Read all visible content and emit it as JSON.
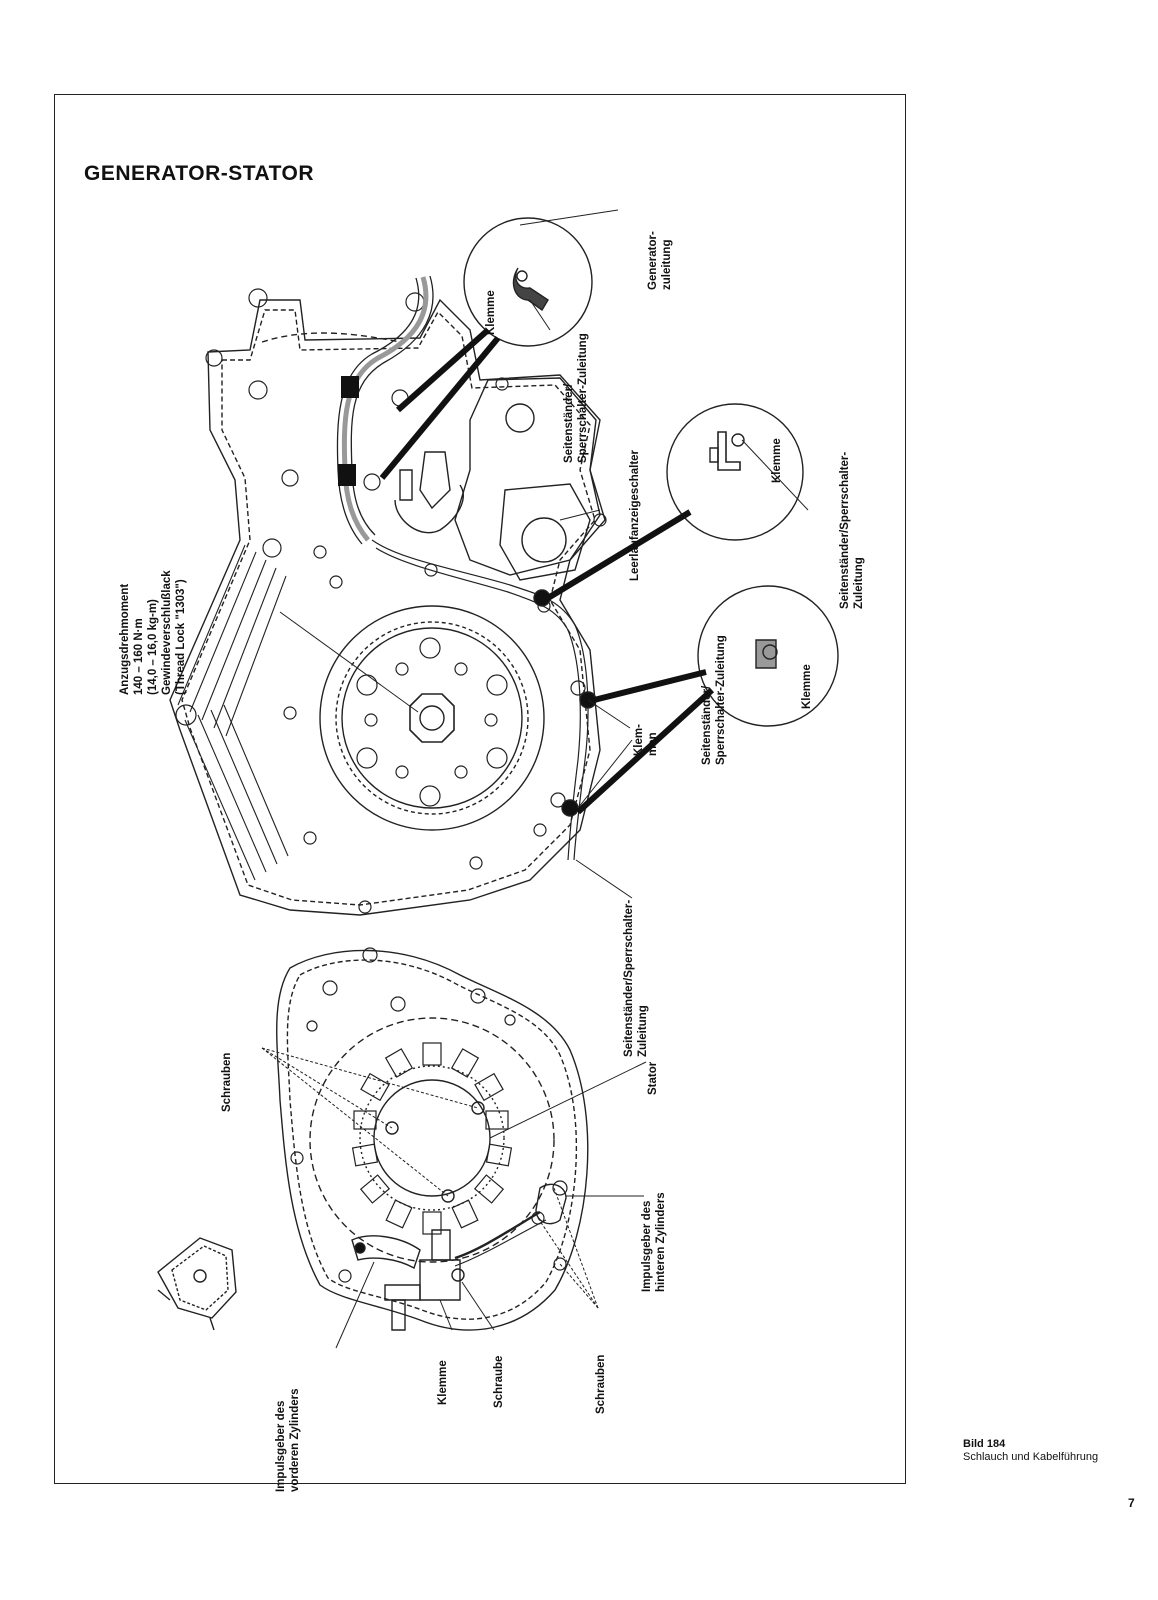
{
  "title": "GENERATOR-STATOR",
  "labels": {
    "generator_lead": [
      "Generator-",
      "zuleitung"
    ],
    "klemme_top": "Klemme",
    "sidestand_lead_top": [
      "Seitenständer/",
      "Sperrschalter-Zuleitung"
    ],
    "neutral_switch": "Leerlaufanzeigeschalter",
    "klemme_mid": "Klemme",
    "sidestand_lead_right": [
      "Seitenständer/Sperrschalter-",
      "Zuleitung"
    ],
    "torque": [
      "Anzugsdrehmoment",
      "140 – 160 N·m",
      "(14,0 – 16,0 kg-m)",
      "Gewindeverschlußlack",
      "(Thread Lock \"1303\")"
    ],
    "sidestand_lead_clip": [
      "Seitenständer/",
      "Sperrschalter-Zuleitung"
    ],
    "klemme_low": "Klemme",
    "klemmen": [
      "Klem-",
      "men"
    ],
    "sidestand_lead_bottom": [
      "Seitenständer/Sperrschalter-",
      "Zuleitung"
    ],
    "schrauben_top": "Schrauben",
    "stator": "Stator",
    "pickup_rear": [
      "Impulsgeber des",
      "hinteren Zylinders"
    ],
    "pickup_front": [
      "Impulsgeber des",
      "vorderen Zylinders"
    ],
    "klemme_bottom": "Klemme",
    "schraube": "Schraube",
    "schrauben_bottom": "Schrauben"
  },
  "caption": {
    "number": "Bild 184",
    "text": "Schlauch und Kabelführung"
  },
  "page_number": "7"
}
